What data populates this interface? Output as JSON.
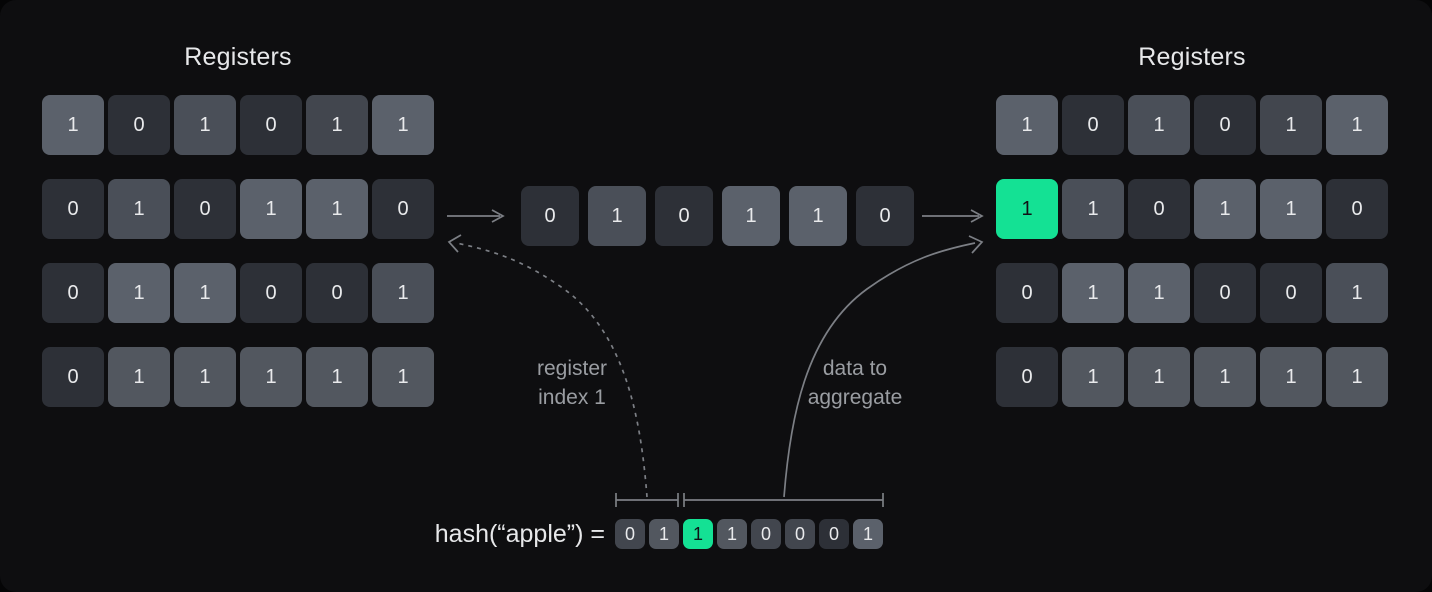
{
  "colors": {
    "page_bg": "#050506",
    "panel_bg": "#0e0e10",
    "green": "#14e194",
    "cell_dark": "#2d3037",
    "cell_mid_dark": "#42464e",
    "cell_mid": "#4a4f58",
    "cell_mid_light": "#52575f",
    "cell_light": "#5b616b",
    "line": "#7c7f85",
    "label_text": "#9a9da2",
    "text": "#e7e8ea",
    "digit": "#e9eaec",
    "digit_on_green": "#101216"
  },
  "left": {
    "title": "Registers",
    "rows": [
      [
        {
          "v": "1",
          "t": "l"
        },
        {
          "v": "0",
          "t": "d"
        },
        {
          "v": "1",
          "t": "m"
        },
        {
          "v": "0",
          "t": "d"
        },
        {
          "v": "1",
          "t": "md"
        },
        {
          "v": "1",
          "t": "l"
        }
      ],
      [
        {
          "v": "0",
          "t": "d"
        },
        {
          "v": "1",
          "t": "m"
        },
        {
          "v": "0",
          "t": "d"
        },
        {
          "v": "1",
          "t": "l"
        },
        {
          "v": "1",
          "t": "l"
        },
        {
          "v": "0",
          "t": "d"
        }
      ],
      [
        {
          "v": "0",
          "t": "d"
        },
        {
          "v": "1",
          "t": "l"
        },
        {
          "v": "1",
          "t": "l"
        },
        {
          "v": "0",
          "t": "d"
        },
        {
          "v": "0",
          "t": "d"
        },
        {
          "v": "1",
          "t": "m"
        }
      ],
      [
        {
          "v": "0",
          "t": "d"
        },
        {
          "v": "1",
          "t": "ml"
        },
        {
          "v": "1",
          "t": "ml"
        },
        {
          "v": "1",
          "t": "ml"
        },
        {
          "v": "1",
          "t": "ml"
        },
        {
          "v": "1",
          "t": "ml"
        }
      ]
    ]
  },
  "merged": {
    "cells": [
      {
        "v": "0",
        "t": "d"
      },
      {
        "v": "1",
        "t": "m"
      },
      {
        "v": "0",
        "t": "d"
      },
      {
        "v": "1",
        "t": "l"
      },
      {
        "v": "1",
        "t": "l"
      },
      {
        "v": "0",
        "t": "d"
      }
    ]
  },
  "right": {
    "title": "Registers",
    "rows": [
      [
        {
          "v": "1",
          "t": "l"
        },
        {
          "v": "0",
          "t": "d"
        },
        {
          "v": "1",
          "t": "m"
        },
        {
          "v": "0",
          "t": "d"
        },
        {
          "v": "1",
          "t": "md"
        },
        {
          "v": "1",
          "t": "l"
        }
      ],
      [
        {
          "v": "1",
          "t": "g"
        },
        {
          "v": "1",
          "t": "m"
        },
        {
          "v": "0",
          "t": "d"
        },
        {
          "v": "1",
          "t": "l"
        },
        {
          "v": "1",
          "t": "l"
        },
        {
          "v": "0",
          "t": "d"
        }
      ],
      [
        {
          "v": "0",
          "t": "d"
        },
        {
          "v": "1",
          "t": "l"
        },
        {
          "v": "1",
          "t": "l"
        },
        {
          "v": "0",
          "t": "d"
        },
        {
          "v": "0",
          "t": "d"
        },
        {
          "v": "1",
          "t": "m"
        }
      ],
      [
        {
          "v": "0",
          "t": "d"
        },
        {
          "v": "1",
          "t": "ml"
        },
        {
          "v": "1",
          "t": "ml"
        },
        {
          "v": "1",
          "t": "ml"
        },
        {
          "v": "1",
          "t": "ml"
        },
        {
          "v": "1",
          "t": "ml"
        }
      ]
    ]
  },
  "hash": {
    "label": "hash(“apple”) =",
    "bits": [
      {
        "v": "0",
        "t": "md"
      },
      {
        "v": "1",
        "t": "ml"
      },
      {
        "v": "1",
        "t": "g"
      },
      {
        "v": "1",
        "t": "ml"
      },
      {
        "v": "0",
        "t": "md"
      },
      {
        "v": "0",
        "t": "md"
      },
      {
        "v": "0",
        "t": "d"
      },
      {
        "v": "1",
        "t": "l"
      }
    ]
  },
  "annotations": {
    "register_index": {
      "line1": "register",
      "line2": "index 1"
    },
    "data_to_aggregate": {
      "line1": "data to",
      "line2": "aggregate"
    }
  }
}
